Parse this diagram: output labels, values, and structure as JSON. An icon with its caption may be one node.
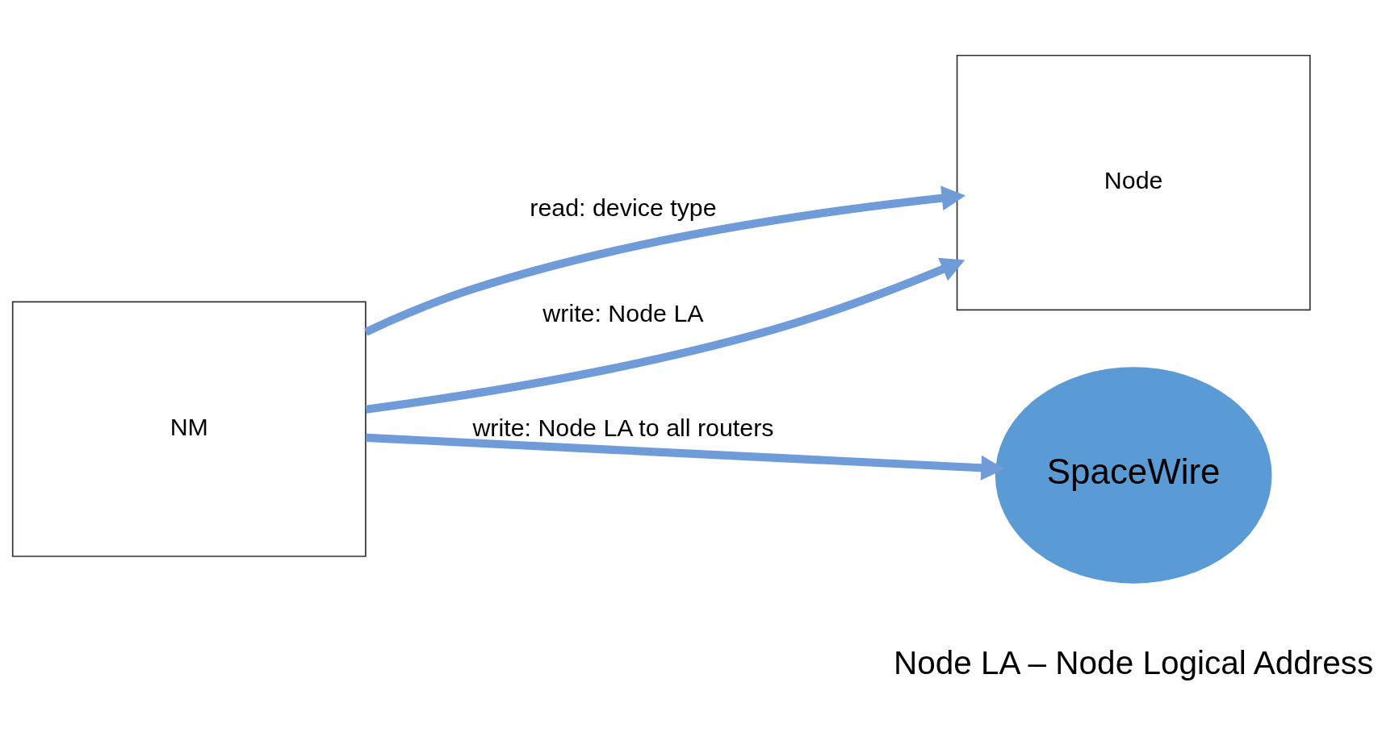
{
  "diagram": {
    "nodes": [
      {
        "text": [
          "NM"
        ]
      },
      {
        "text": [
          "Node"
        ]
      },
      {
        "text": [
          "SpaceWire"
        ]
      }
    ],
    "edges": [
      {
        "from": 0,
        "to": 1,
        "arrow": "to",
        "label": "read: device type"
      },
      {
        "from": 0,
        "to": 1,
        "arrow": "to",
        "label": "write: Node LA"
      },
      {
        "from": 0,
        "to": 2,
        "arrow": "to",
        "label": "write: Node LA to all routers"
      }
    ],
    "labels": [
      "Node LA – Node Logical Address"
    ]
  }
}
